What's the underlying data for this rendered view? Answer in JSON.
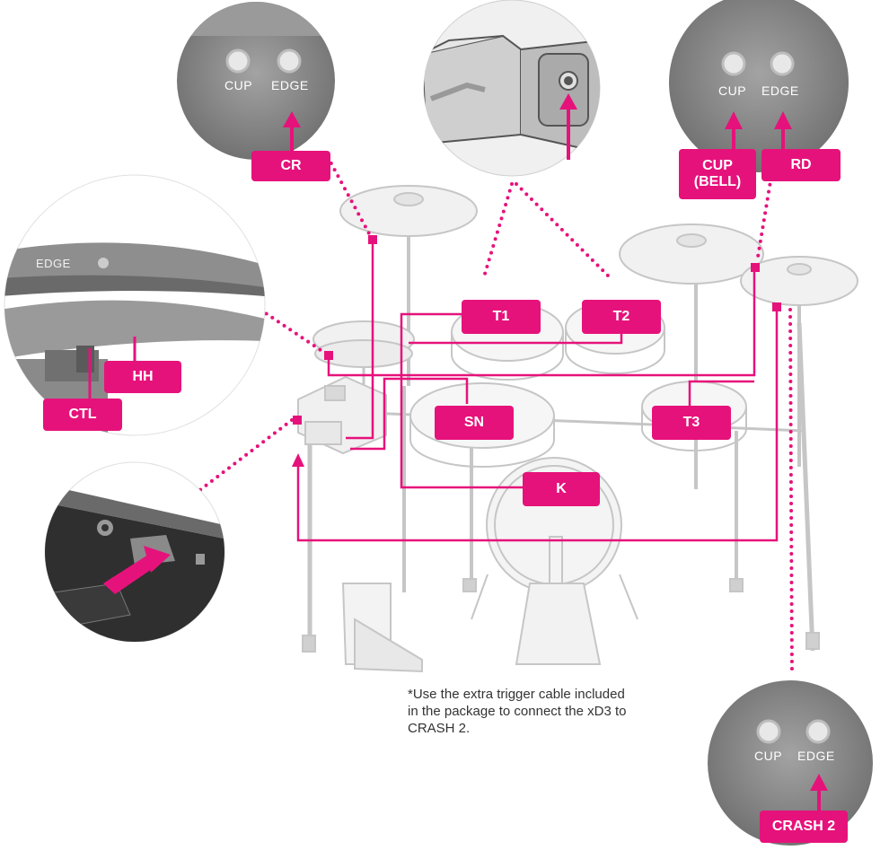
{
  "colors": {
    "accent": "#e6127b",
    "hardware": "#c8c8c8",
    "circle_bg": "#8c8c8c"
  },
  "labels": {
    "cr": "CR",
    "cup_bell_1": "CUP",
    "cup_bell_2": "(BELL)",
    "rd": "RD",
    "hh": "HH",
    "ctl": "CTL",
    "t1": "T1",
    "t2": "T2",
    "sn": "SN",
    "t3": "T3",
    "k": "K",
    "crash2": "CRASH 2"
  },
  "zone_captions": {
    "cup": "CUP",
    "edge": "EDGE"
  },
  "note": "*Use the extra trigger cable included in the package to connect the xD3 to CRASH 2."
}
